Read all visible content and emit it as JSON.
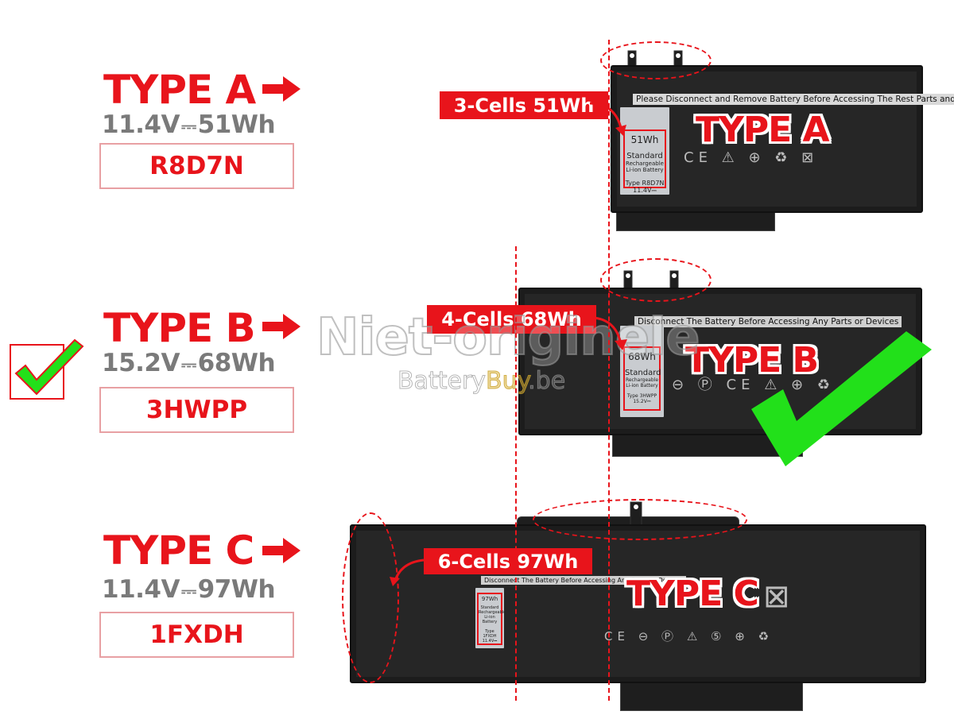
{
  "watermark": {
    "line1": "Niet-originele",
    "brand_prefix": "Battery",
    "brand_highlight": "Buy",
    "brand_suffix": ".be"
  },
  "types": [
    {
      "title": "TYPE A",
      "voltage": "11.4V",
      "dc_symbol": "⎓",
      "energy": "51Wh",
      "code": "R8D7N",
      "selected": false,
      "cells_label": "3-Cells 51Wh",
      "battery_label": "TYPE A",
      "warning": "Please Disconnect and Remove Battery Before Accessing The Rest Parts and Devices",
      "sticker": {
        "wh": "51Wh",
        "line1": "Standard",
        "line2": "Rechargeable",
        "line3": "Li-ion Battery",
        "type": "Type R8D7N",
        "volt": "11.4V⎓"
      }
    },
    {
      "title": "TYPE B",
      "voltage": "15.2V",
      "dc_symbol": "⎓",
      "energy": "68Wh",
      "code": "3HWPP",
      "selected": true,
      "cells_label": "4-Cells 68Wh",
      "battery_label": "TYPE B",
      "warning": "Disconnect The Battery Before Accessing Any Parts or Devices",
      "sticker": {
        "wh": "68Wh",
        "line1": "Standard",
        "line2": "Rechargeable",
        "line3": "Li-ion Battery",
        "type": "Type 3HWPP",
        "volt": "15.2V⎓"
      }
    },
    {
      "title": "TYPE C",
      "voltage": "11.4V",
      "dc_symbol": "⎓",
      "energy": "97Wh",
      "code": "1FXDH",
      "selected": false,
      "cells_label": "6-Cells 97Wh",
      "battery_label": "TYPE C",
      "warning": "Disconnect The Battery Before Accessing Any Parts or Devices",
      "sticker": {
        "wh": "97Wh",
        "line1": "Standard",
        "line2": "Rechargeable",
        "line3": "Li-ion Battery",
        "type": "Type 1FXDH",
        "volt": "11.4V⎓"
      }
    }
  ],
  "colors": {
    "accent_red": "#e8141b",
    "spec_gray": "#7a7a7a",
    "check_green": "#22e01a",
    "battery_body": "#262626"
  }
}
